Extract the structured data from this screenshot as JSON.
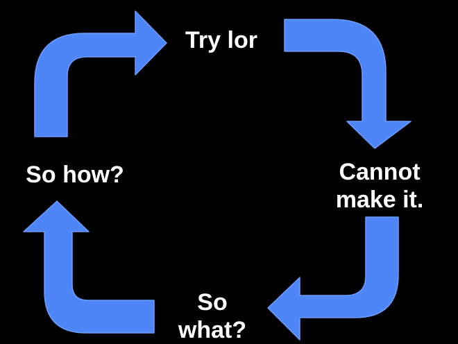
{
  "diagram": {
    "top_label": "Try lor",
    "right_label_line1": "Cannot",
    "right_label_line2": "make it.",
    "bottom_label_line1": "So",
    "bottom_label_line2": "what?",
    "left_label": "So how?",
    "arrow_color": "#4f86f7",
    "background_color": "#000000",
    "text_color": "#ffffff"
  }
}
